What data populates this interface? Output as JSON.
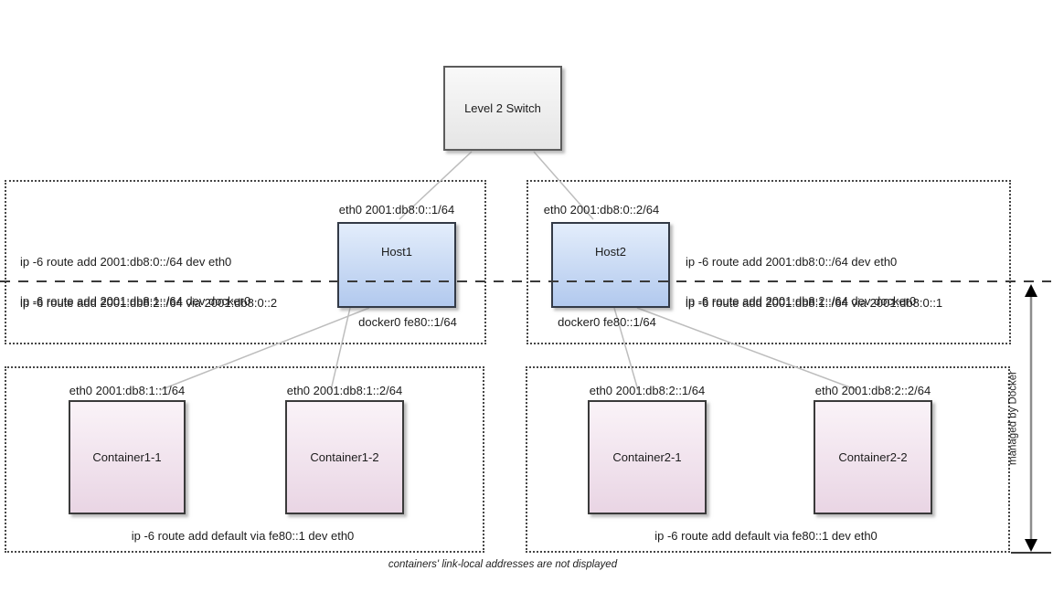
{
  "switch": {
    "label": "Level 2 Switch"
  },
  "hosts": [
    {
      "name": "Host1",
      "eth0_label": "eth0 2001:db8:0::1/64",
      "docker0_label": "docker0 fe80::1/64",
      "routes_above": [
        "ip -6 route add 2001:db8:0::/64 dev eth0",
        "ip -6 route add 2001:db8:2::/64 via 2001:db8:0::2"
      ],
      "route_below": "ip -6 route add 2001:db8:1::/64 dev docker0"
    },
    {
      "name": "Host2",
      "eth0_label": "eth0 2001:db8:0::2/64",
      "docker0_label": "docker0 fe80::1/64",
      "routes_above": [
        "ip -6 route add 2001:db8:0::/64 dev eth0",
        "ip -6 route add 2001:db8:1::/64 via 2001:db8:0::1"
      ],
      "route_below": "ip -6 route add 2001:db8:2::/64 dev docker0"
    }
  ],
  "containers": [
    {
      "name": "Container1-1",
      "eth0_label": "eth0 2001:db8:1::1/64"
    },
    {
      "name": "Container1-2",
      "eth0_label": "eth0 2001:db8:1::2/64"
    },
    {
      "name": "Container2-1",
      "eth0_label": "eth0 2001:db8:2::1/64"
    },
    {
      "name": "Container2-2",
      "eth0_label": "eth0 2001:db8:2::2/64"
    }
  ],
  "container_groups": [
    {
      "default_route": "ip -6 route add default via fe80::1 dev eth0"
    },
    {
      "default_route": "ip -6 route add default via fe80::1 dev eth0"
    }
  ],
  "annotations": {
    "caption": "containers' link-local addresses are not displayed",
    "side_label": "managed by Docker"
  },
  "colors": {
    "host_fill_top": "#e3edfb",
    "host_fill_bottom": "#b2c9ee",
    "container_fill_top": "#faf3f8",
    "container_fill_bottom": "#e9d5e4",
    "switch_fill": "#efefef",
    "connector": "#bdbdbd",
    "dashed_line": "#3a3a3a"
  }
}
